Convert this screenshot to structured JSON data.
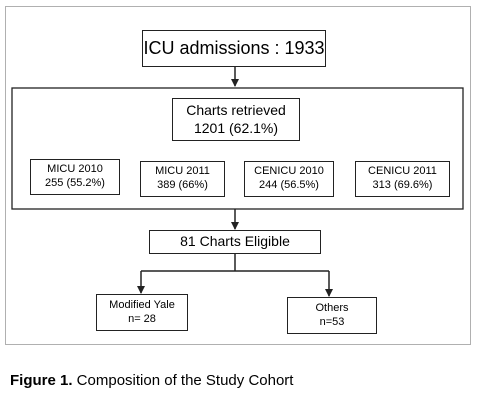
{
  "admissions": {
    "text": "ICU admissions : 1933"
  },
  "retrieved": {
    "line1": "Charts retrieved",
    "line2": "1201 (62.1%)"
  },
  "units": [
    {
      "name": "MICU 2010",
      "value": "255 (55.2%)"
    },
    {
      "name": "MICU 2011",
      "value": "389 (66%)"
    },
    {
      "name": "CENICU 2010",
      "value": "244 (56.5%)"
    },
    {
      "name": "CENICU 2011",
      "value": "313 (69.6%)"
    }
  ],
  "eligible": {
    "text": "81 Charts Eligible"
  },
  "outcomes": [
    {
      "line1": "Modified Yale",
      "line2": "n= 28"
    },
    {
      "line1": "Others",
      "line2": "n=53"
    }
  ],
  "caption": {
    "label": "Figure 1.",
    "text": " Composition of the Study Cohort"
  },
  "colors": {
    "line": "#222222",
    "frame": "#b0b0b0"
  }
}
